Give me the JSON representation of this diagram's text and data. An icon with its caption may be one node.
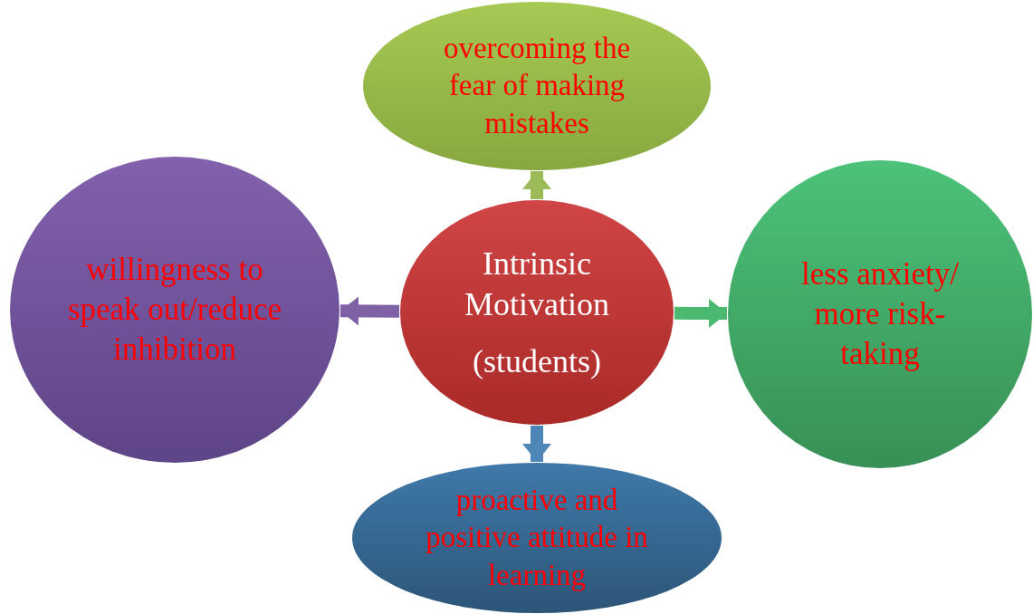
{
  "diagram": {
    "nodes": [
      {
        "text": [
          "Intrinsic Motivation",
          "(students)"
        ]
      },
      {
        "text": [
          "overcoming the fear of making mistakes"
        ]
      },
      {
        "text": [
          "willingness to speak out/reduce inhibition"
        ]
      },
      {
        "text": [
          "less anxiety/ more risk-taking"
        ]
      },
      {
        "text": [
          "proactive and positive attitude in learning"
        ]
      }
    ],
    "edges": [
      {
        "from": 0,
        "to": 1,
        "arrow": "to",
        "color": "#9bbb59"
      },
      {
        "from": 0,
        "to": 2,
        "arrow": "to",
        "color": "#7f62a6"
      },
      {
        "from": 0,
        "to": 3,
        "arrow": "to",
        "color": "#4bba70"
      },
      {
        "from": 0,
        "to": 4,
        "arrow": "to",
        "color": "#4f86b8"
      }
    ]
  }
}
